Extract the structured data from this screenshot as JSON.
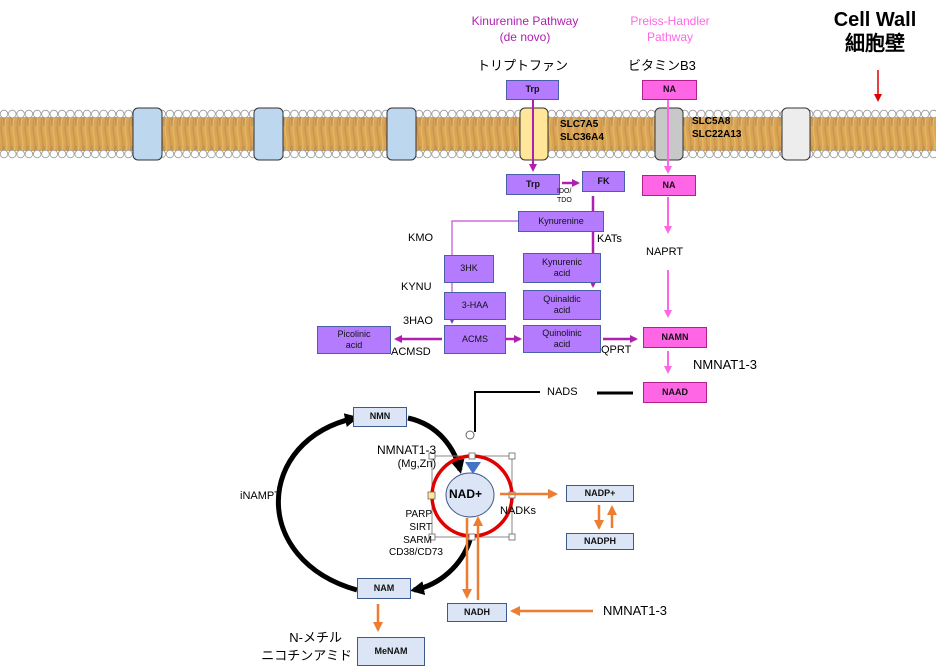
{
  "header": {
    "kynurenine_title_line1": "Kinurenine Pathway",
    "kynurenine_title_line2": "(de novo)",
    "preiss_title_line1": "Preiss-Handler",
    "preiss_title_line2": "Pathway",
    "cell_wall_en": "Cell Wall",
    "cell_wall_ja": "細胞壁",
    "tryptophan_ja": "トリプトファン",
    "vitamin_b3_ja": "ビタミンB3"
  },
  "colors": {
    "kynurenine": "#b020b0",
    "preiss": "#ff66e6",
    "purple_box": "#b57bff",
    "pink_box": "#ff66e6",
    "blue_box": "#dbe5f5",
    "orange": "#ed7d31",
    "red_ring": "#e00000",
    "membrane": "#d9a35a"
  },
  "membrane": {
    "transporters": [
      {
        "name": "channel-1",
        "color": "#bdd7ee"
      },
      {
        "name": "channel-2",
        "color": "#bdd7ee"
      },
      {
        "name": "channel-3",
        "color": "#bdd7ee"
      },
      {
        "name": "trp-transporter",
        "color": "#ffe699"
      },
      {
        "name": "na-transporter",
        "color": "#c8c8c8"
      },
      {
        "name": "channel-6",
        "color": "#ededed"
      }
    ],
    "trp_transporter_label_1": "SLC7A5",
    "trp_transporter_label_2": "SLC36A4",
    "na_transporter_label_1": "SLC5A8",
    "na_transporter_label_2": "SLC22A13"
  },
  "nodes": {
    "trp_out": "Trp",
    "na_out": "NA",
    "trp_in": "Trp",
    "fk": "FK",
    "na_in": "NA",
    "kynurenine": "Kynurenine",
    "hk3": "3HK",
    "kynurenic_1": "Kynurenic",
    "kynurenic_2": "acid",
    "haa3": "3-HAA",
    "quinaldic_1": "Quinaldic",
    "quinaldic_2": "acid",
    "picolinic_1": "Picolinic",
    "picolinic_2": "acid",
    "acms": "ACMS",
    "quinolinic_1": "Quinolinic",
    "quinolinic_2": "acid",
    "namn": "NAMN",
    "naad": "NAAD",
    "nmn": "NMN",
    "nad_plus": "NAD+",
    "nadp_plus": "NADP+",
    "nadph": "NADPH",
    "nam": "NAM",
    "nadh": "NADH",
    "menam": "MeNAM"
  },
  "enzymes": {
    "ido_tdo_1": "IDO/",
    "ido_tdo_2": "TDO",
    "kmo": "KMO",
    "kats": "KATs",
    "kynu": "KYNU",
    "haO3": "3HAO",
    "acmsd": "ACMSD",
    "qprt": "QPRT",
    "naprt": "NAPRT",
    "nmnat_upper": "NMNAT1-3",
    "nads": "NADS",
    "nmnat_mg_1": "NMNAT1-3",
    "nmnat_mg_2": "(Mg,Zn)",
    "inampt": "iNAMPT",
    "parp": "PARP",
    "sirt": "SIRT",
    "sarm": "SARM",
    "cd38": "CD38/CD73",
    "nadks": "NADKs",
    "nmnat_lower": "NMNAT1-3",
    "n_methyl_1": "N-メチル",
    "n_methyl_2": "ニコチンアミド"
  }
}
